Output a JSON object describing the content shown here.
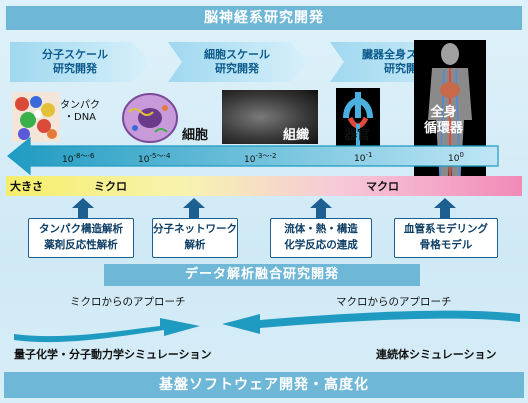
{
  "title": "脳神経系研究開発",
  "chevrons": {
    "molecular": [
      "分子スケール",
      "研究開発"
    ],
    "cellular": [
      "細胞スケール",
      "研究開発"
    ],
    "organ": [
      "臓器全身スケール",
      "研究開発"
    ]
  },
  "images": {
    "protein_labels": [
      "タンパク",
      "・DNA"
    ],
    "cell_label": "細胞",
    "tissue_label": "組織",
    "organ_label": "器官",
    "circulatory_label": [
      "全身",
      "循環器"
    ]
  },
  "scale_values": [
    {
      "base": "10",
      "exp": "-8～-6"
    },
    {
      "base": "10",
      "exp": "-5～-4"
    },
    {
      "base": "10",
      "exp": "-3～-2"
    },
    {
      "base": "10",
      "exp": "-1"
    },
    {
      "base": "10",
      "exp": "0"
    }
  ],
  "axis": {
    "size_label": "大きさ",
    "micro_label": "ミクロ",
    "macro_label": "マクロ"
  },
  "research_boxes": [
    [
      "タンパク構造解析",
      "薬剤反応性解析"
    ],
    [
      "分子ネットワーク",
      "解析"
    ],
    [
      "流体・熱・構造",
      "化学反応の連成"
    ],
    [
      "血管系モデリング",
      "骨格モデル"
    ]
  ],
  "middle_banner": "データ解析融合研究開発",
  "approaches": {
    "micro": "ミクロからのアプローチ",
    "macro": "マクロからのアプローチ"
  },
  "simulations": {
    "micro": "量子化学・分子動力学シミュレーション",
    "macro": "連続体シミュレーション"
  },
  "bottom_banner": "基盤ソフトウェア開発・高度化",
  "colors": {
    "banner": "#6fb7d6",
    "arrow": "#1f9bc1",
    "box_border": "#1c5f90",
    "gradient_yellow": "#f5ee6a",
    "gradient_pink": "#f28ab8"
  }
}
